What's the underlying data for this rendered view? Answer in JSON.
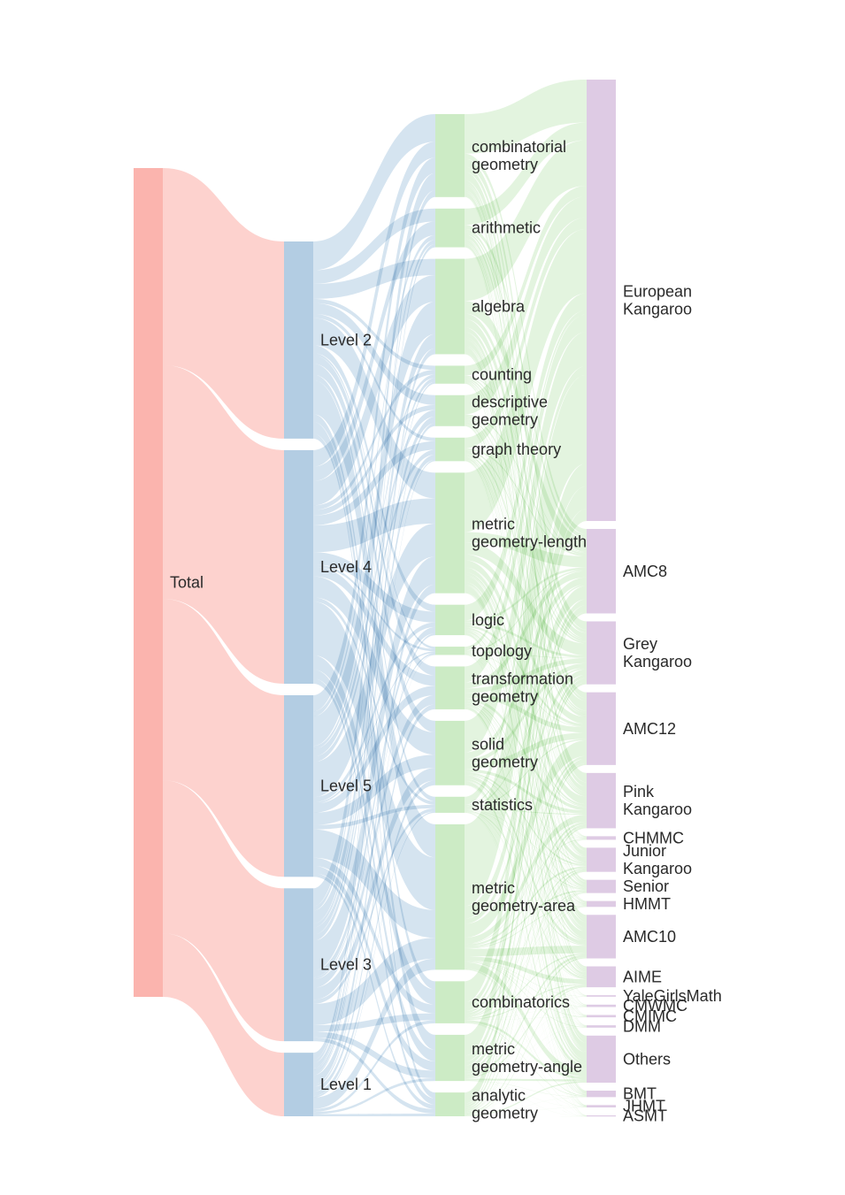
{
  "diagram": {
    "type": "sankey",
    "columns": [
      {
        "key": "total",
        "color": "#fbb4ae",
        "nodes": [
          {
            "id": "total",
            "label": "Total"
          }
        ]
      },
      {
        "key": "level",
        "color": "#b3cde3",
        "nodes": [
          {
            "id": "L2",
            "label": "Level 2"
          },
          {
            "id": "L4",
            "label": "Level 4"
          },
          {
            "id": "L5",
            "label": "Level 5"
          },
          {
            "id": "L3",
            "label": "Level 3"
          },
          {
            "id": "L1",
            "label": "Level 1"
          }
        ]
      },
      {
        "key": "subject",
        "color": "#ccebc5",
        "nodes": [
          {
            "id": "combgeo",
            "label": "combinatorial\ngeometry"
          },
          {
            "id": "arith",
            "label": "arithmetic"
          },
          {
            "id": "alg",
            "label": "algebra"
          },
          {
            "id": "count",
            "label": "counting"
          },
          {
            "id": "descgeo",
            "label": "descriptive\ngeometry"
          },
          {
            "id": "graph",
            "label": "graph theory"
          },
          {
            "id": "mlen",
            "label": "metric\ngeometry-length"
          },
          {
            "id": "logic",
            "label": "logic"
          },
          {
            "id": "topo",
            "label": "topology"
          },
          {
            "id": "trans",
            "label": "transformation\ngeometry"
          },
          {
            "id": "solid",
            "label": "solid\ngeometry"
          },
          {
            "id": "stat",
            "label": "statistics"
          },
          {
            "id": "marea",
            "label": "metric\ngeometry-area"
          },
          {
            "id": "combi",
            "label": "combinatorics"
          },
          {
            "id": "mang",
            "label": "metric\ngeometry-angle"
          },
          {
            "id": "anal",
            "label": "analytic\ngeometry"
          }
        ]
      },
      {
        "key": "source",
        "color": "#decbe4",
        "nodes": [
          {
            "id": "eurk",
            "label": "European\nKangaroo"
          },
          {
            "id": "amc8",
            "label": "AMC8"
          },
          {
            "id": "greyk",
            "label": "Grey\nKangaroo"
          },
          {
            "id": "amc12",
            "label": "AMC12"
          },
          {
            "id": "pinkk",
            "label": "Pink\nKangaroo"
          },
          {
            "id": "chmmc",
            "label": "CHMMC"
          },
          {
            "id": "junk",
            "label": "Junior\nKangaroo"
          },
          {
            "id": "senior",
            "label": "Senior"
          },
          {
            "id": "hmmt",
            "label": "HMMT"
          },
          {
            "id": "amc10",
            "label": "AMC10"
          },
          {
            "id": "aime",
            "label": "AIME"
          },
          {
            "id": "yale",
            "label": "YaleGirlsMath"
          },
          {
            "id": "cmwmc",
            "label": "CMWMC"
          },
          {
            "id": "cmimc",
            "label": "CMIMC"
          },
          {
            "id": "dmm",
            "label": "DMM"
          },
          {
            "id": "others",
            "label": "Others"
          },
          {
            "id": "bmt",
            "label": "BMT"
          },
          {
            "id": "jhmt",
            "label": "JHMT"
          },
          {
            "id": "asmt",
            "label": "ASMT"
          }
        ]
      }
    ],
    "node_values": {
      "total": 3040,
      "L2": 735,
      "L4": 871,
      "L5": 677,
      "L3": 570,
      "L1": 237,
      "combgeo": 300,
      "arith": 140,
      "alg": 345,
      "count": 65,
      "descgeo": 112,
      "graph": 85,
      "mlen": 436,
      "logic": 110,
      "topo": 30,
      "trans": 155,
      "solid": 233,
      "stat": 58,
      "marea": 526,
      "combi": 152,
      "mang": 167,
      "anal": 86,
      "eurk": 1500,
      "amc8": 287,
      "greyk": 214,
      "amc12": 247,
      "pinkk": 188,
      "chmmc": 12,
      "junk": 82,
      "senior": 45,
      "hmmt": 20,
      "amc10": 148,
      "aime": 71,
      "yale": 5,
      "cmwmc": 8,
      "cmimc": 8,
      "dmm": 8,
      "others": 160,
      "bmt": 22,
      "jhmt": 8,
      "asmt": 3
    },
    "link_colors": {
      "total": "#fbb4ae",
      "level": "#b3cde3",
      "subject": "#ccebc5"
    },
    "link_opacity": 0.55
  }
}
